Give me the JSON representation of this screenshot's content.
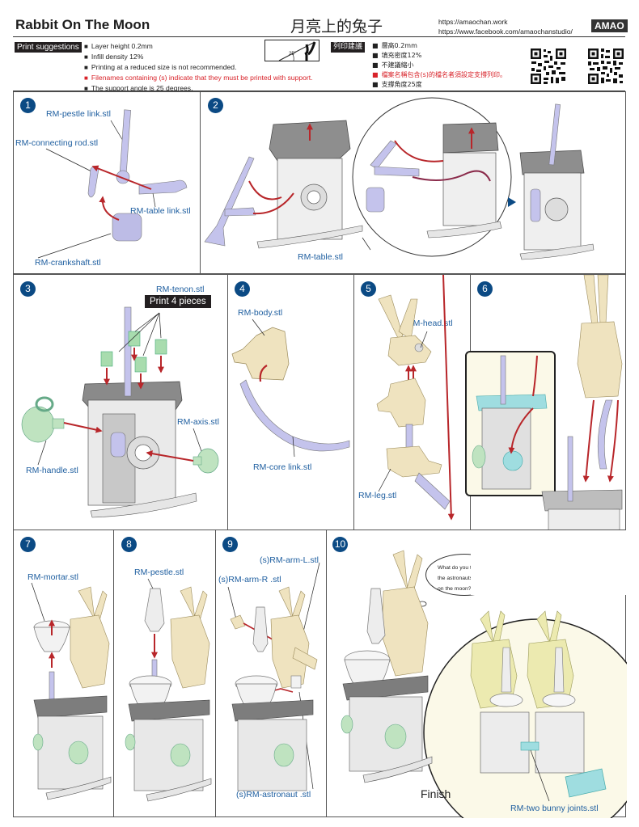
{
  "header": {
    "title": "Rabbit On The Moon",
    "title_cn": "月亮上的兔子",
    "urls": [
      "https://amaochan.work",
      "https://www.facebook.com/amaochanstudio/"
    ],
    "brand": "AMAO"
  },
  "print_suggestions": {
    "tag": "Print suggestions",
    "items": [
      {
        "text": "Layer height 0.2mm",
        "highlight": false
      },
      {
        "text": "Infill density 12%",
        "highlight": false
      },
      {
        "text": "Printing at a reduced size is not recommended.",
        "highlight": false
      },
      {
        "text": "Filenames containing (s) indicate that they must be printed with support.",
        "highlight": true
      },
      {
        "text": "The support angle is 25 degrees.",
        "highlight": false
      }
    ],
    "angle_diagram_label": "25°"
  },
  "print_suggestions_cn": {
    "tag": "列印建議",
    "items": [
      {
        "text": "層高0.2mm",
        "highlight": false
      },
      {
        "text": "填充密度12%",
        "highlight": false
      },
      {
        "text": "不建議縮小",
        "highlight": false
      },
      {
        "text": "檔案名稱包含(s)的檔名者須設定支撐列印。",
        "highlight": true
      },
      {
        "text": "支撐角度25度",
        "highlight": false
      }
    ]
  },
  "colors": {
    "accent_blue": "#0b4a84",
    "label_blue": "#1f5fa0",
    "warning_red": "#d8232a",
    "arrow_red": "#b8262a",
    "part_purple": "#b9b8e6",
    "part_green": "#bfe3c0",
    "part_tan": "#efe3bf",
    "part_cyan": "#9fdde0"
  },
  "steps": [
    {
      "number": "1",
      "labels": [
        "RM-pestle link.stl",
        "RM-connecting rod.stl",
        "RM-table link.stl",
        "RM-crankshaft.stl"
      ]
    },
    {
      "number": "2",
      "labels": [
        "RM-table.stl"
      ]
    },
    {
      "number": "3",
      "labels": [
        "RM-tenon.stl",
        "RM-axis.stl",
        "RM-handle.stl"
      ],
      "note": "Print 4 pieces"
    },
    {
      "number": "4",
      "labels": [
        "RM-body.stl",
        "RM-core link.stl"
      ]
    },
    {
      "number": "5",
      "labels": [
        "RM-head.stl",
        "RM-leg.stl"
      ]
    },
    {
      "number": "6",
      "labels": []
    },
    {
      "number": "7",
      "labels": [
        "RM-mortar.stl"
      ]
    },
    {
      "number": "8",
      "labels": [
        "RM-pestle.stl"
      ]
    },
    {
      "number": "9",
      "labels": [
        "(s)RM-arm-L.stl",
        "(s)RM-arm-R .stl",
        "(s)RM-astronaut .stl"
      ]
    },
    {
      "number": "10",
      "labels": [
        "RM-two bunny joints.stl"
      ],
      "speech_bubble": [
        "What do you think",
        "the astronauts found",
        "on the moon?"
      ],
      "finish_label": "Finish"
    }
  ]
}
